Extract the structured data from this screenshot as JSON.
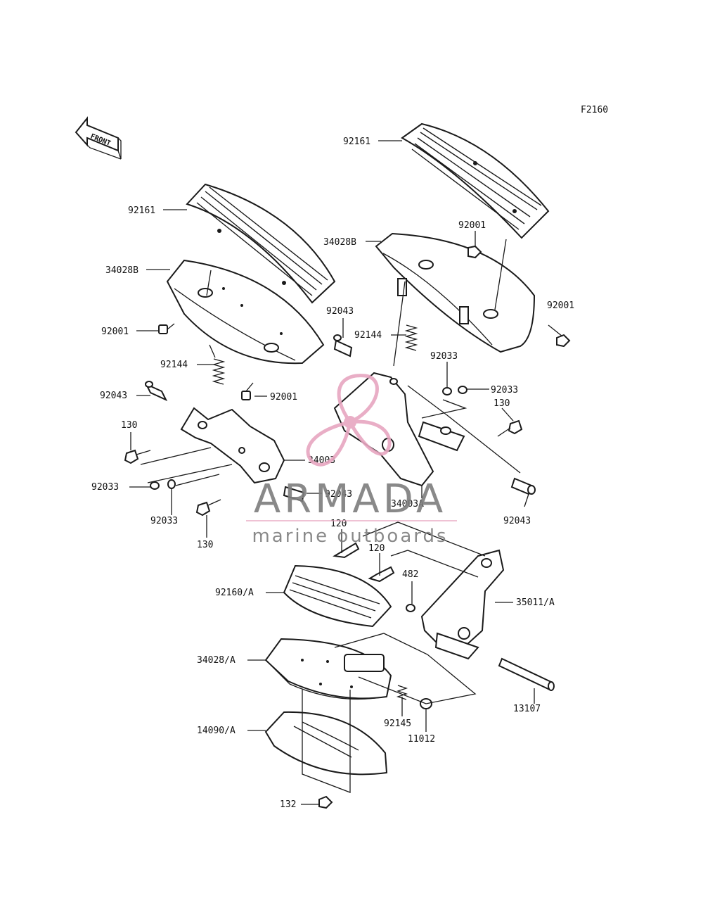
{
  "diagram": {
    "figure_code": "F2160",
    "front_label": "FRONT",
    "labels": {
      "l_92161_right": "92161",
      "l_92161_left": "92161",
      "l_34028b_left": "34028B",
      "l_34028b_right": "34028B",
      "l_92001_left_a": "92001",
      "l_92001_left_b": "92001",
      "l_92001_right_a": "92001",
      "l_92001_right_b": "92001",
      "l_92144_left": "92144",
      "l_92144_right": "92144",
      "l_92043_left": "92043",
      "l_92043_mid": "92043",
      "l_92043_upper": "92043",
      "l_92043_right": "92043",
      "l_130_left": "130",
      "l_130_bottom": "130",
      "l_130_right": "130",
      "l_92033_left_a": "92033",
      "l_92033_left_b": "92033",
      "l_92033_right_a": "92033",
      "l_92033_right_b": "92033",
      "l_34003": "34003",
      "l_34003a": "34003A",
      "l_120_a": "120",
      "l_120_b": "120",
      "l_482": "482",
      "l_35011a": "35011/A",
      "l_92160a": "92160/A",
      "l_34028a": "34028/A",
      "l_92145": "92145",
      "l_11012": "11012",
      "l_13107": "13107",
      "l_14090a": "14090/A",
      "l_132": "132"
    }
  },
  "watermark": {
    "brand": "ARMADA",
    "tagline": "marine outboards",
    "logo_color": "#e7a6c0",
    "text_color": "#7d7d7d"
  }
}
